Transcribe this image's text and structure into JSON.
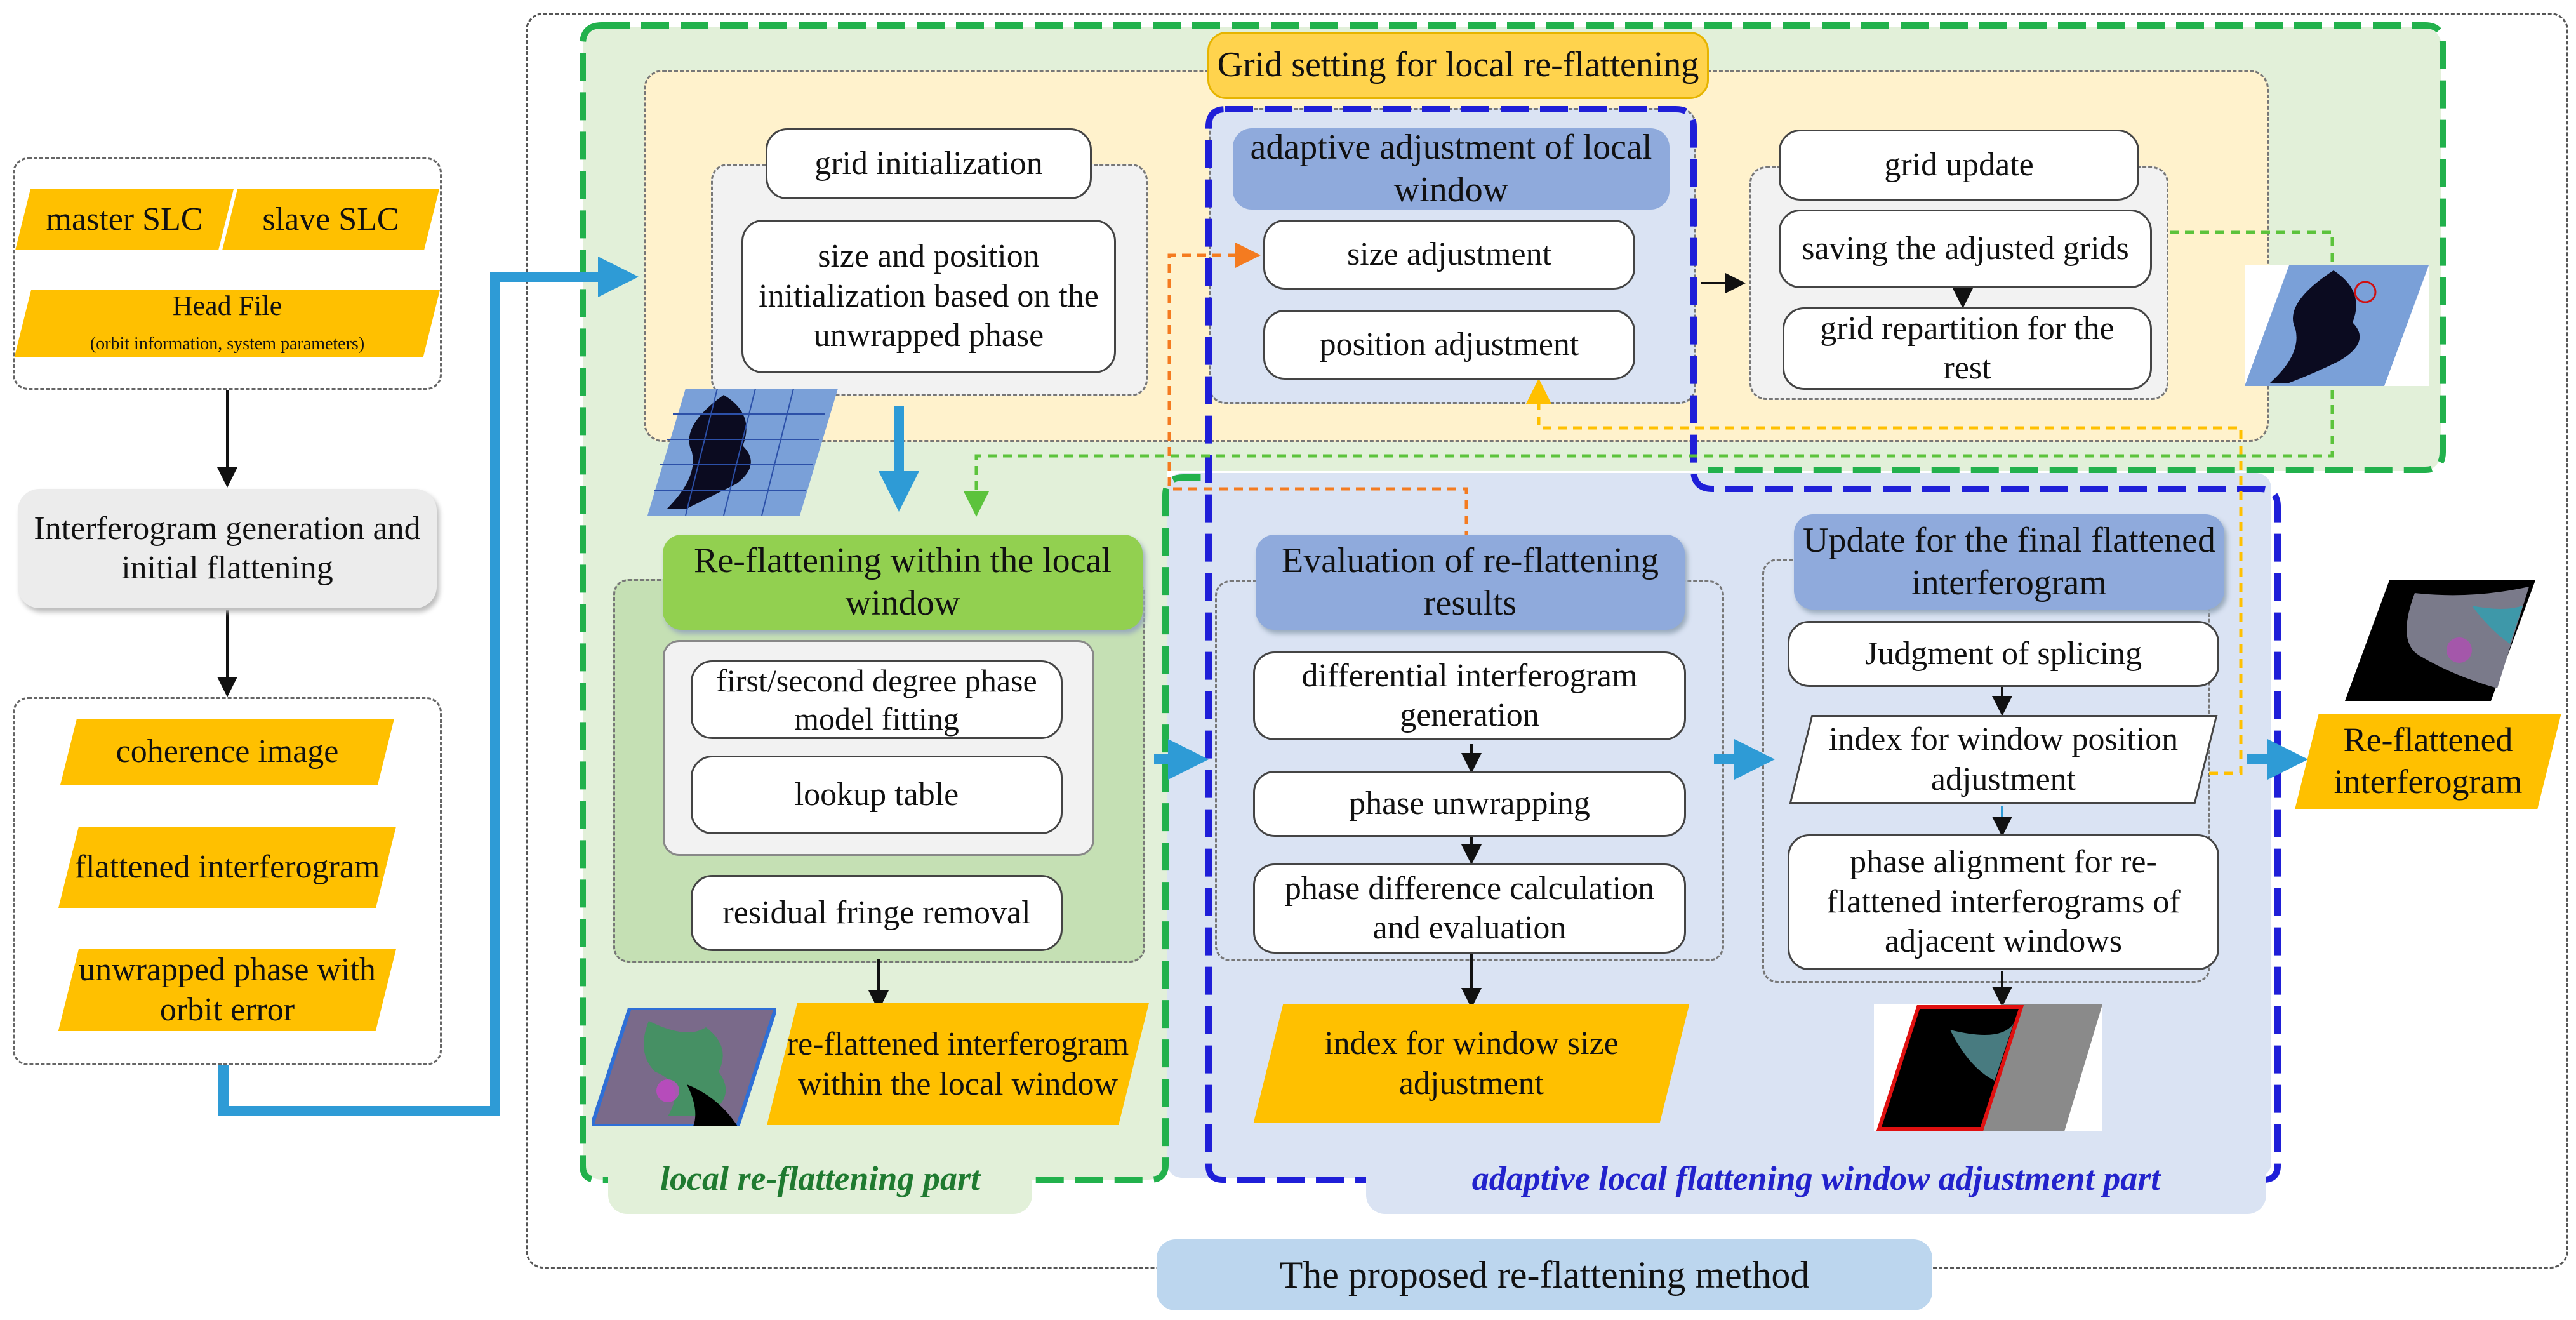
{
  "inputs": {
    "master_slc": "master  SLC",
    "slave_slc": "slave  SLC",
    "head_file": "Head File",
    "head_file_sub": "(orbit information, system parameters)",
    "interferogram_generation": "Interferogram generation and initial flattening",
    "coherence_image": "coherence image",
    "flattened_interferogram": "flattened interferogram",
    "unwrapped_phase": "unwrapped phase with orbit error"
  },
  "grid": {
    "title": "Grid setting for local re-flattening",
    "initialization": "grid initialization",
    "init_detail": "size and position initialization based on the unwrapped phase",
    "update": "grid update",
    "saving": "saving the adjusted grids",
    "repartition": "grid repartition for the rest"
  },
  "adaptive": {
    "title": "adaptive adjustment of local window",
    "size": "size adjustment",
    "position": "position adjustment"
  },
  "reflatten": {
    "title": "Re-flattening within the local window",
    "fitting": "first/second degree phase model fitting",
    "lookup": "lookup table",
    "residual": "residual fringe removal",
    "output": "re-flattened interferogram within the local window",
    "part_label": "local re-flattening part"
  },
  "evaluation": {
    "title": "Evaluation of re-flattening results",
    "diff": "differential interferogram generation",
    "unwrap": "phase unwrapping",
    "phase_diff": "phase difference calculation and evaluation",
    "index_size": "index for window size adjustment"
  },
  "update": {
    "title": "Update for the final flattened interferogram",
    "judgment": "Judgment of splicing",
    "index_position": "index for window position adjustment",
    "alignment": "phase alignment for re-flattened interferograms of adjacent windows"
  },
  "output": "Re-flattened interferogram",
  "adaptive_part_label": "adaptive local flattening window adjustment part",
  "method_label": "The proposed re-flattening method",
  "colors": {
    "yellow": "#ffc000",
    "header_blue": "#8faadc",
    "header_green": "#92d050",
    "light_green": "#e2f0d9",
    "light_blue": "#dae3f3",
    "light_yellow": "#fff2cc",
    "dash_green": "#22b14c",
    "dash_blue": "#1f1fd8",
    "arrow_blue": "#2e9bd6",
    "orange": "#f47b20"
  }
}
